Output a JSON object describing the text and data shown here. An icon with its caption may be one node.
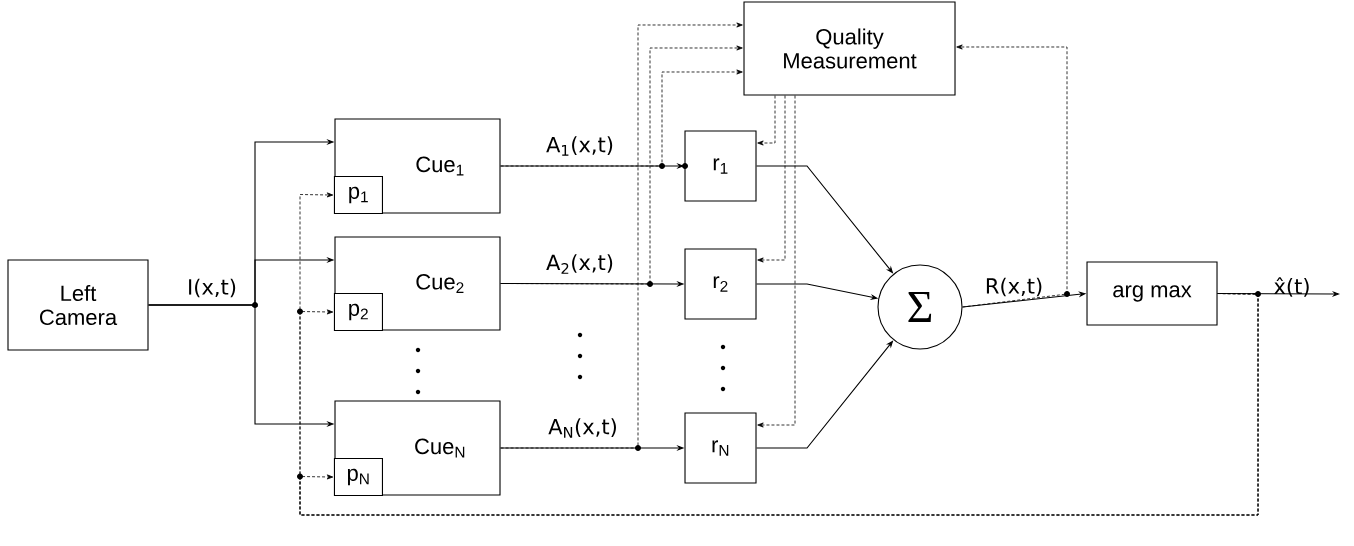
{
  "diagram": {
    "nodes": [
      {
        "text": [
          "Left Camera"
        ]
      },
      {
        "text": [
          "Cue$_{1}$"
        ]
      },
      {
        "text": [
          "p$_{1}$"
        ],
        "in": 1
      },
      {
        "text": [
          "Cue$_{2}$"
        ]
      },
      {
        "text": [
          "p$_{2}$"
        ],
        "in": 3
      },
      {
        "text": [
          "Cue$_{N}$"
        ]
      },
      {
        "text": [
          "p$_{N}$"
        ],
        "in": 5
      },
      {
        "text": [
          "Quality Measurement"
        ]
      },
      {
        "text": [
          "r$_{1}$"
        ]
      },
      {
        "text": [
          "r$_{2}$"
        ]
      },
      {
        "text": [
          "r$_{N}$"
        ]
      },
      {
        "text": [
          "Σ"
        ]
      },
      {
        "text": [
          "arg max"
        ]
      }
    ],
    "edges": [
      {
        "from": 0,
        "to": 1,
        "arrow": "to",
        "label": "I(x,t)"
      },
      {
        "from": 0,
        "to": 3,
        "arrow": "to"
      },
      {
        "from": 0,
        "to": 5,
        "arrow": "to"
      },
      {
        "from": 1,
        "to": 8,
        "arrow": "to",
        "label": "A$_{1}$(x,t)"
      },
      {
        "from": 3,
        "to": 9,
        "arrow": "to",
        "label": "A$_{2}$(x,t)"
      },
      {
        "from": 5,
        "to": 10,
        "arrow": "to",
        "label": "A$_{N}$(x,t)"
      },
      {
        "from": 1,
        "to": 7,
        "arrow": "to",
        "style": "dashed"
      },
      {
        "from": 3,
        "to": 7,
        "arrow": "to",
        "style": "dashed"
      },
      {
        "from": 5,
        "to": 7,
        "arrow": "to",
        "style": "dashed"
      },
      {
        "from": 7,
        "to": 8,
        "arrow": "to",
        "style": "dashed"
      },
      {
        "from": 7,
        "to": 9,
        "arrow": "to",
        "style": "dashed"
      },
      {
        "from": 7,
        "to": 10,
        "arrow": "to",
        "style": "dashed"
      },
      {
        "from": 8,
        "to": 11,
        "arrow": "to"
      },
      {
        "from": 9,
        "to": 11,
        "arrow": "to"
      },
      {
        "from": 10,
        "to": 11,
        "arrow": "to"
      },
      {
        "from": 11,
        "to": 12,
        "arrow": "to",
        "label": "R(x,t)"
      },
      {
        "from": 11,
        "to": 7,
        "arrow": "to",
        "style": "dashed"
      },
      {
        "from": 12,
        "to": null,
        "arrow": "to",
        "label": "x̂(t)"
      },
      {
        "from": 12,
        "to": 6,
        "arrow": "to",
        "style": "dashed"
      },
      {
        "from": 12,
        "to": 4,
        "arrow": "to",
        "style": "dashed"
      },
      {
        "from": 12,
        "to": 2,
        "arrow": "to",
        "style": "dashed"
      }
    ]
  }
}
